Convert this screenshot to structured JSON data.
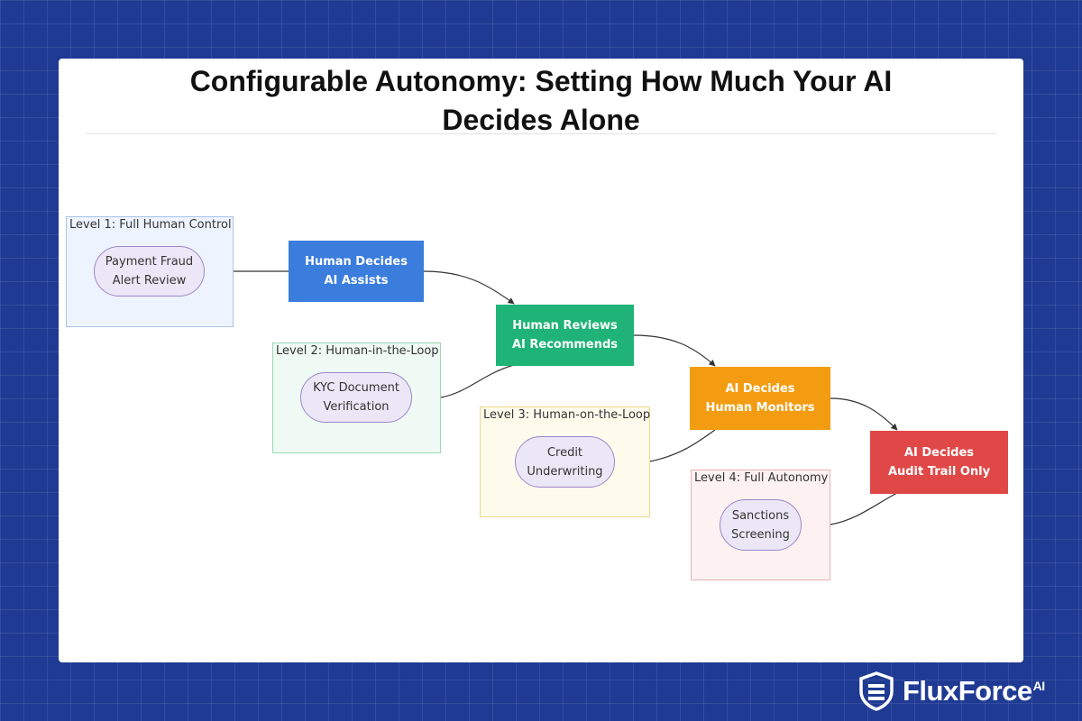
{
  "title": {
    "line1": "Configurable Autonomy: Setting How Much Your AI",
    "line2": "Decides Alone"
  },
  "levels": [
    {
      "label": "Level 1: Full Human Control",
      "example": {
        "line1": "Payment Fraud",
        "line2": "Alert Review"
      },
      "mode": {
        "line1": "Human Decides",
        "line2": "AI Assists"
      },
      "group_fill": "#eef4ff",
      "group_border": "#a9c3ea",
      "mode_color": "#3b7ddd"
    },
    {
      "label": "Level 2: Human-in-the-Loop",
      "example": {
        "line1": "KYC Document",
        "line2": "Verification"
      },
      "mode": {
        "line1": "Human Reviews",
        "line2": "AI Recommends"
      },
      "group_fill": "#eefaf3",
      "group_border": "#9ed6b4",
      "mode_color": "#1fb377"
    },
    {
      "label": "Level 3: Human-on-the-Loop",
      "example": {
        "line1": "Credit",
        "line2": "Underwriting"
      },
      "mode": {
        "line1": "AI Decides",
        "line2": "Human Monitors"
      },
      "group_fill": "#fefbec",
      "group_border": "#ecd98a",
      "mode_color": "#f39c12"
    },
    {
      "label": "Level 4: Full Autonomy",
      "example": {
        "line1": "Sanctions",
        "line2": "Screening"
      },
      "mode": {
        "line1": "AI Decides",
        "line2": "Audit Trail Only"
      },
      "group_fill": "#fdf1f1",
      "group_border": "#e7b3b3",
      "mode_color": "#e04848"
    }
  ],
  "brand": {
    "name": "FluxForce",
    "suffix": "AI"
  }
}
